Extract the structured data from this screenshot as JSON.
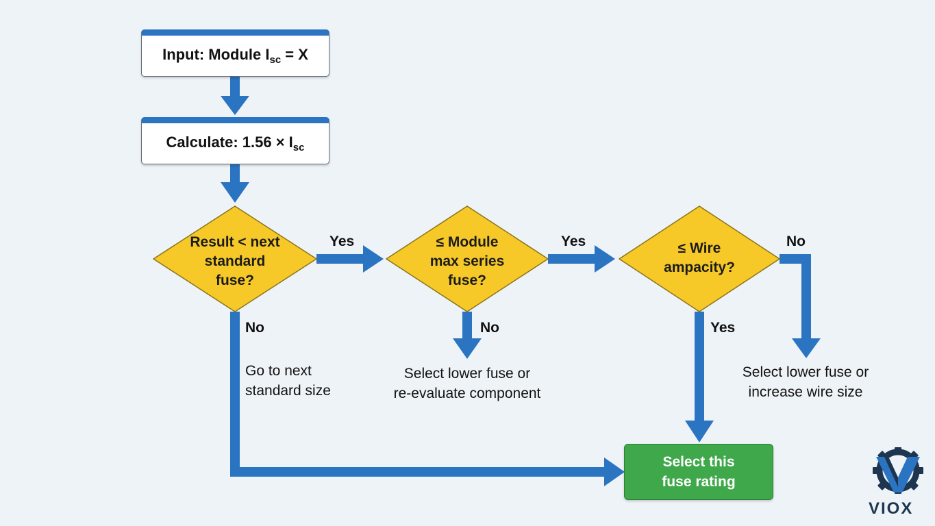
{
  "nodes": {
    "input": {
      "prefix": "Input: Module I",
      "sub": "sc",
      "suffix": " = X"
    },
    "calculate": {
      "prefix": "Calculate: 1.56 × I",
      "sub": "sc"
    },
    "decision_result": {
      "line1": "Result < next",
      "line2": "standard",
      "line3": "fuse?"
    },
    "decision_module": {
      "line1": "≤ Module",
      "line2": "max series",
      "line3": "fuse?"
    },
    "decision_wire": {
      "line1": "≤ Wire",
      "line2": "ampacity?"
    },
    "final": {
      "line1": "Select this",
      "line2": "fuse rating"
    }
  },
  "edge_labels": {
    "result_yes": "Yes",
    "result_no": "No",
    "module_yes": "Yes",
    "module_no": "No",
    "wire_no": "No",
    "wire_yes": "Yes"
  },
  "notes": {
    "next_size": {
      "line1": "Go to next",
      "line2": "standard size"
    },
    "module_fail": {
      "line1": "Select lower fuse or",
      "line2": "re-evaluate component"
    },
    "wire_fail": {
      "line1": "Select lower fuse or",
      "line2": "increase wire size"
    }
  },
  "logo": {
    "text": "VIOX"
  },
  "colors": {
    "arrow": "#2b74c1",
    "diamond_fill": "#f6c928",
    "final_fill": "#3fa84a",
    "logo": "#1e3550"
  }
}
